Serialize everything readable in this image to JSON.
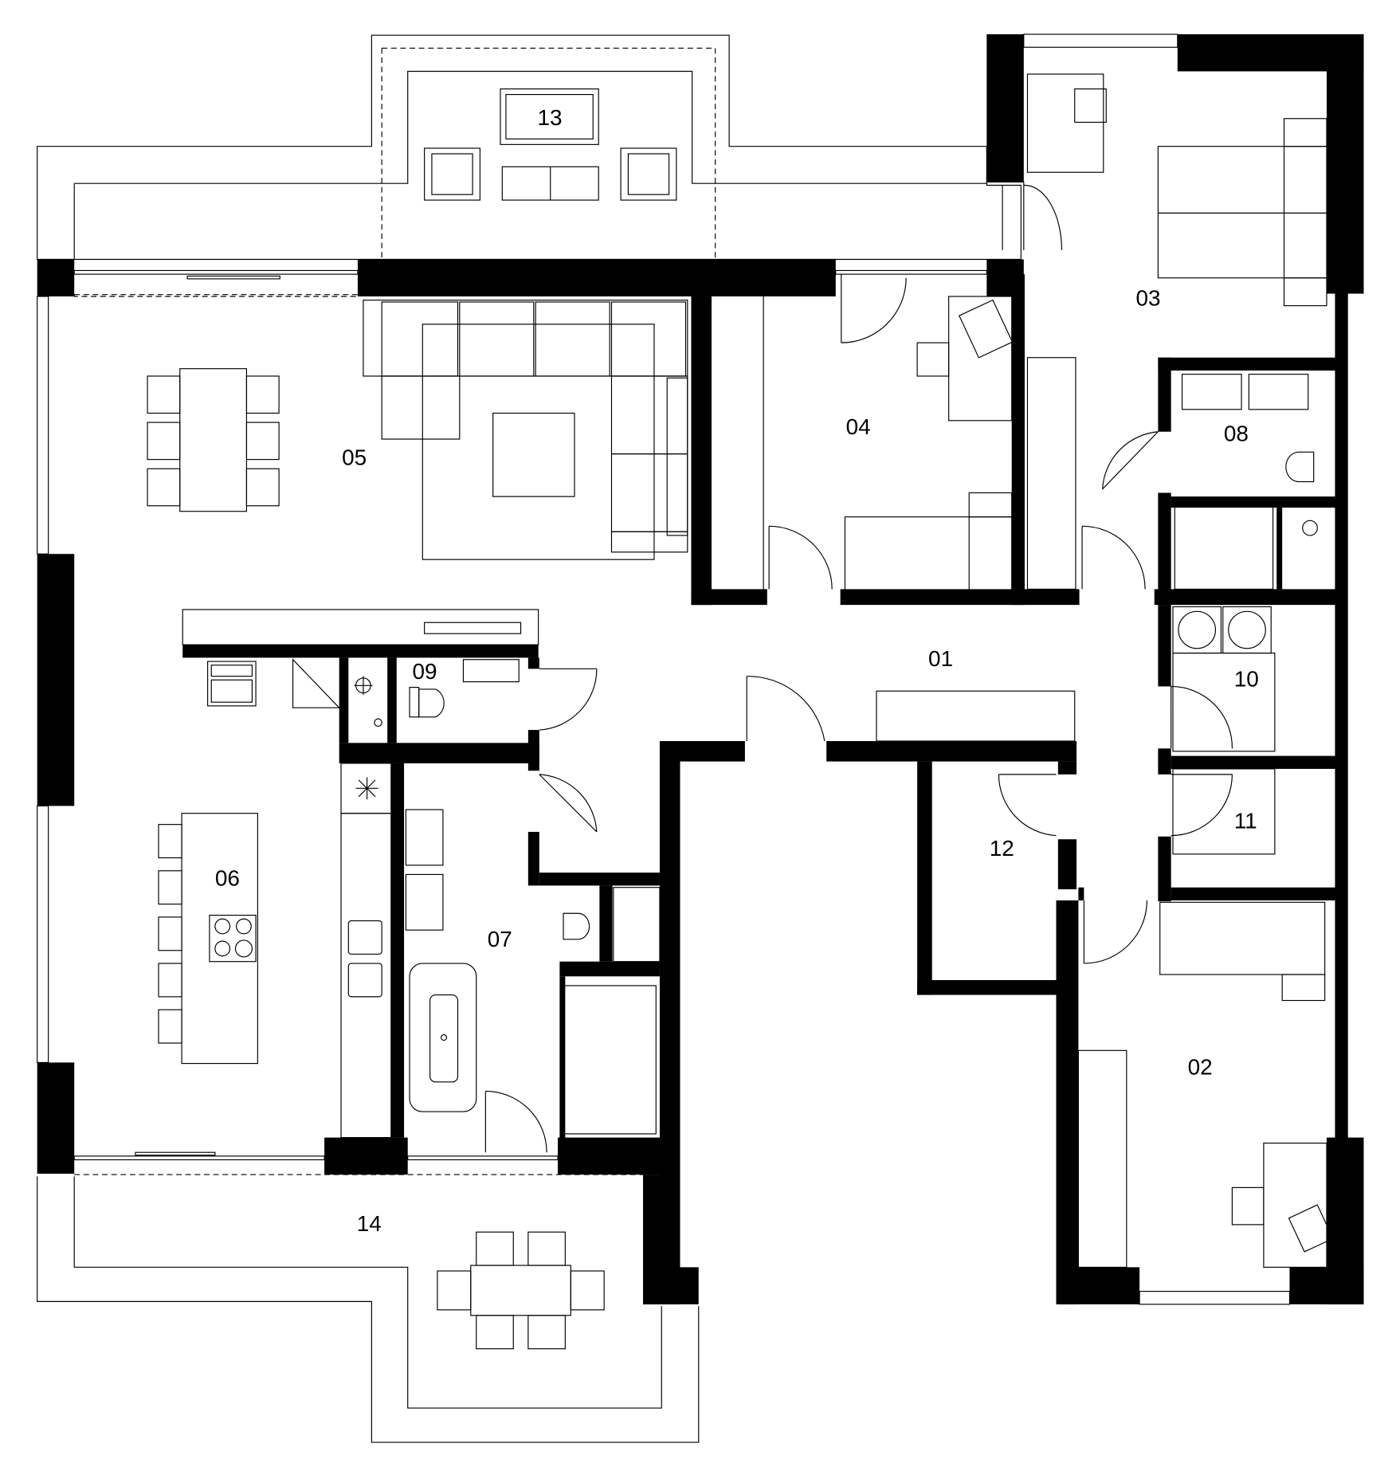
{
  "colors": {
    "wall": "#000000",
    "line": "#000000",
    "background": "#ffffff"
  },
  "rooms": {
    "r01": "01",
    "r02": "02",
    "r03": "03",
    "r04": "04",
    "r05": "05",
    "r06": "06",
    "r07": "07",
    "r08": "08",
    "r09": "09",
    "r10": "10",
    "r11": "11",
    "r12": "12",
    "r13": "13",
    "r14": "14"
  },
  "icons": [
    "snowflake-icon",
    "cooktop-icon",
    "toilet-icon",
    "sink-icon",
    "bathtub-icon",
    "bed-icon",
    "sofa-icon",
    "washer-icon"
  ]
}
